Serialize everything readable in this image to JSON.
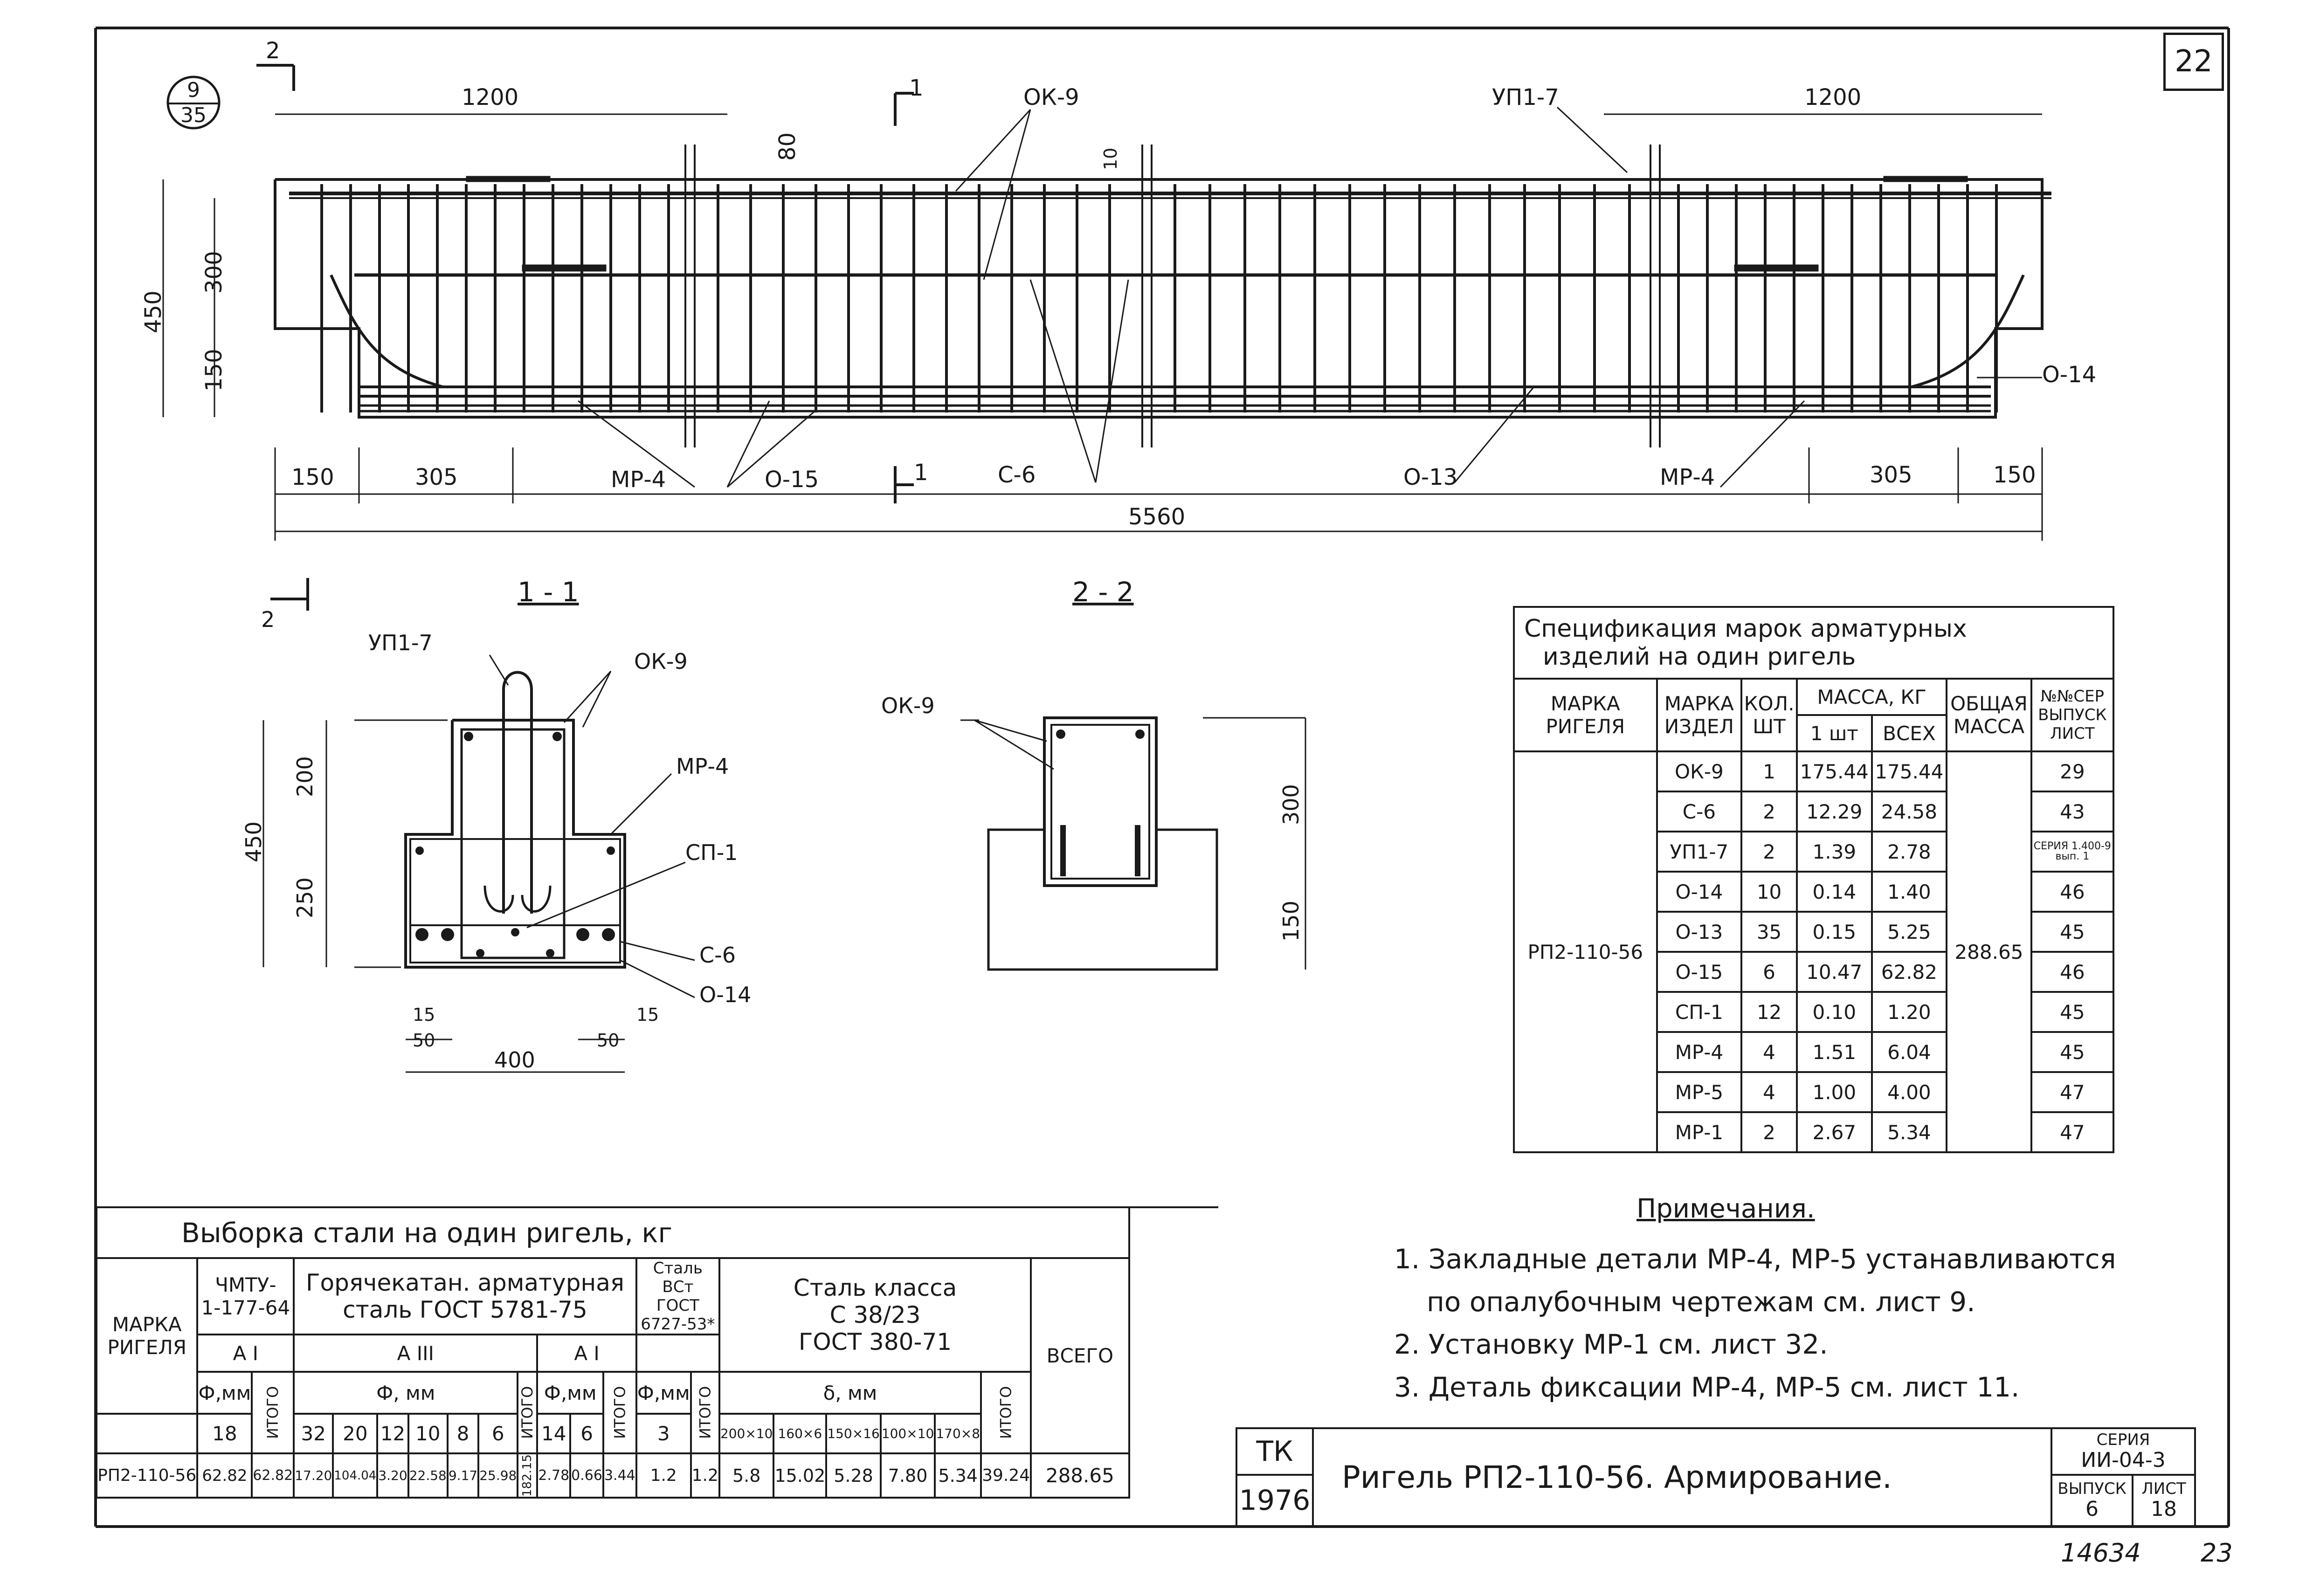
{
  "sheet_number": "22",
  "page_footer": {
    "code": "14634",
    "page": "23"
  },
  "elevation": {
    "detail_ref_top": "9",
    "detail_ref_bottom": "35",
    "section_mark_2": "2",
    "section_mark_1": "1",
    "dim_left_1200": "1200",
    "dim_right_1200": "1200",
    "dim_80": "80",
    "dim_10": "10",
    "dim_450": "450",
    "dim_300": "300",
    "dim_150_v": "150",
    "dim_150_left": "150",
    "dim_305_left": "305",
    "dim_305_right": "305",
    "dim_150_right": "150",
    "dim_total": "5560",
    "labels": {
      "ok9": "ОК-9",
      "up17": "УП1-7",
      "mp4_left": "МР-4",
      "mp4_right": "МР-4",
      "o15": "О-15",
      "c6": "С-6",
      "o13": "О-13",
      "o14": "О-14"
    }
  },
  "section_1_1": {
    "title": "1 - 1",
    "section_mark": "2",
    "up17": "УП1-7",
    "ok9": "ОК-9",
    "mp4": "МР-4",
    "sp1": "СП-1",
    "c6": "С-6",
    "o14": "О-14",
    "dim_200": "200",
    "dim_250": "250",
    "dim_450": "450",
    "dim_15_left": "15",
    "dim_50_left": "50",
    "dim_50_right": "50",
    "dim_15_right": "15",
    "dim_400": "400"
  },
  "section_2_2": {
    "title": "2 - 2",
    "ok9": "ОК-9",
    "dim_300": "300",
    "dim_150": "150"
  },
  "spec_table": {
    "title_line1": "Спецификация марок арматурных",
    "title_line2": "изделий на один ригель",
    "col_marka_rigelya_1": "МАРКА",
    "col_marka_rigelya_2": "РИГЕЛЯ",
    "col_marka_izdel_1": "МАРКА",
    "col_marka_izdel_2": "ИЗДЕЛ",
    "col_kol_1": "КОЛ.",
    "col_kol_2": "ШТ",
    "col_massa": "МАССА, КГ",
    "col_1sht": "1 шт",
    "col_vseh": "ВСЕХ",
    "col_obshaya_1": "ОБЩАЯ",
    "col_obshaya_2": "МАССА",
    "col_ser_1": "№№СЕР",
    "col_ser_2": "ВЫПУСК",
    "col_ser_3": "ЛИСТ",
    "rigel": "РП2-110-56",
    "total_mass": "288.65",
    "rows": [
      {
        "mark": "ОК-9",
        "qty": "1",
        "one": "175.44",
        "all": "175.44",
        "sheet": "29"
      },
      {
        "mark": "С-6",
        "qty": "2",
        "one": "12.29",
        "all": "24.58",
        "sheet": "43"
      },
      {
        "mark": "УП1-7",
        "qty": "2",
        "one": "1.39",
        "all": "2.78",
        "sheet": "СЕРИЯ 1.400-9 вып. 1"
      },
      {
        "mark": "О-14",
        "qty": "10",
        "one": "0.14",
        "all": "1.40",
        "sheet": "46"
      },
      {
        "mark": "О-13",
        "qty": "35",
        "one": "0.15",
        "all": "5.25",
        "sheet": "45"
      },
      {
        "mark": "О-15",
        "qty": "6",
        "one": "10.47",
        "all": "62.82",
        "sheet": "46"
      },
      {
        "mark": "СП-1",
        "qty": "12",
        "one": "0.10",
        "all": "1.20",
        "sheet": "45"
      },
      {
        "mark": "МР-4",
        "qty": "4",
        "one": "1.51",
        "all": "6.04",
        "sheet": "45"
      },
      {
        "mark": "МР-5",
        "qty": "4",
        "one": "1.00",
        "all": "4.00",
        "sheet": "47"
      },
      {
        "mark": "МР-1",
        "qty": "2",
        "one": "2.67",
        "all": "5.34",
        "sheet": "47"
      }
    ]
  },
  "steel_table": {
    "title": "Выборка стали на один ригель, кг",
    "marka_1": "МАРКА",
    "marka_2": "РИГЕЛЯ",
    "chmtu_1": "ЧМТУ-",
    "chmtu_2": "1-177-64",
    "hot_1": "Горячекатан. арматурная",
    "hot_2": "сталь ГОСТ 5781-75",
    "steel_vst_1": "Сталь ВСт",
    "steel_vst_2": "ГОСТ",
    "steel_vst_3": "6727-53*",
    "class_1": "Сталь класса",
    "class_2": "С 38/23",
    "class_3": "ГОСТ 380-71",
    "vsego": "ВСЕГО",
    "a1": "А I",
    "a3": "А III",
    "a1b": "А I",
    "phi_mm_1": "Ф,мм",
    "phi_mm_2": "Ф, мм",
    "phi_mm_3": "Ф,мм",
    "phi_mm_4": "Ф,мм",
    "delta_mm": "δ, мм",
    "itogo": "ИТОГО",
    "d18": "18",
    "d32": "32",
    "d20": "20",
    "d12": "12",
    "d10": "10",
    "d8": "8",
    "d6": "6",
    "d14": "14",
    "d6b": "6",
    "d3": "3",
    "s200": "200×10",
    "s160": "160×6",
    "s150": "150×16",
    "s100": "100×10",
    "s170": "170×8",
    "row": {
      "rigel": "РП2-110-56",
      "v18": "62.82",
      "it1": "62.82",
      "v32": "17.20",
      "v20": "104.04",
      "v12": "3.20",
      "v10": "22.58",
      "v8": "9.17",
      "v6": "25.98",
      "it2": "182.15",
      "v14": "2.78",
      "v6b": "0.66",
      "it3": "3.44",
      "v3": "1.2",
      "it4": "1.2",
      "v200": "5.8",
      "v160": "15.02",
      "v150": "5.28",
      "v100": "7.80",
      "v170": "5.34",
      "it5": "39.24",
      "total": "288.65"
    }
  },
  "notes": {
    "title": "Примечания.",
    "n1a": "1. Закладные детали МР-4, МР-5 устанавливаются",
    "n1b": "по опалубочным чертежам см. лист 9.",
    "n2": "2. Установку МР-1 см. лист 32.",
    "n3": "3. Деталь фиксации МР-4, МР-5 см. лист 11."
  },
  "title_block": {
    "tk": "ТК",
    "year": "1976",
    "title": "Ригель РП2-110-56. Армирование.",
    "seriya_label": "СЕРИЯ",
    "seriya_value": "ИИ-04-3",
    "vypusk_label": "ВЫПУСК",
    "vypusk_value": "6",
    "list_label": "ЛИСТ",
    "list_value": "18"
  }
}
